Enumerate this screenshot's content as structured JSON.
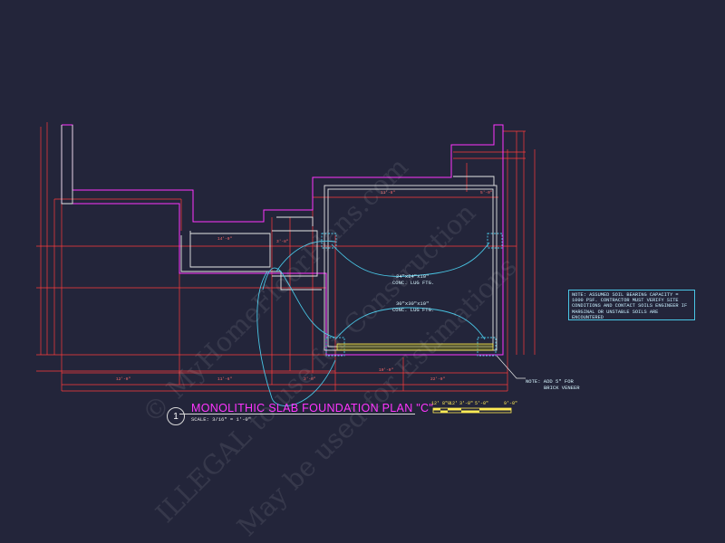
{
  "drawing": {
    "title": "MONOLITHIC SLAB FOUNDATION PLAN \"C\"",
    "detail_number": "1",
    "scale": "SCALE: 3/16\" = 1'-0\"",
    "footing_labels": [
      "24\"x24\"x10\"",
      "CONC. LUG FTG.",
      "30\"x30\"x10\"",
      "CONC. LUG FTG."
    ],
    "soil_note": "NOTE: ASSUMED SOIL BEARING CAPACITY = 1000 PSF. CONTRACTOR MUST VERIFY SITE CONDITIONS AND CONTACT SOILS ENGINEER IF MARGINAL OR UNSTABLE SOILS ARE ENCOUNTERED",
    "brick_note_1": "NOTE: ADD 5\" FOR",
    "brick_note_2": "BRICK VENEER",
    "scale_bar": [
      "12' 8\"0",
      "12'",
      "3'-0\"",
      "5'-0\"",
      "9'-0\""
    ]
  },
  "watermark": {
    "line1": "© MyHomeFloorPlans.com",
    "line2": "ILLEGAL to use for Construction",
    "line3": "May be used for Estimations"
  },
  "colors": {
    "background": "#23253a",
    "slab_outline": "#ff35ff",
    "dimension": "#ff3b3b",
    "footing": "#49c6e5",
    "title": "#ff35ff",
    "scale_bar": "#ffeb55"
  }
}
